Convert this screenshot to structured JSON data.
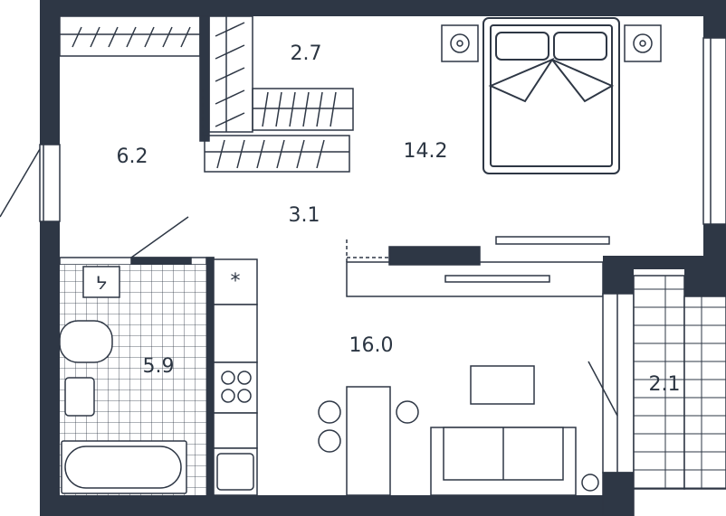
{
  "colors": {
    "wall": "#2e3745",
    "line": "#2e3745",
    "background": "#ffffff"
  },
  "rooms": {
    "wardrobe": "2.7",
    "hall": "6.2",
    "bedroom": "14.2",
    "corridor": "3.1",
    "bathroom": "5.9",
    "kitchen_living": "16.0",
    "balcony": "2.1"
  },
  "icons": {
    "bathroom_symbol": "shower-tap-icon",
    "kitchen_symbol": "asterisk-icon"
  }
}
